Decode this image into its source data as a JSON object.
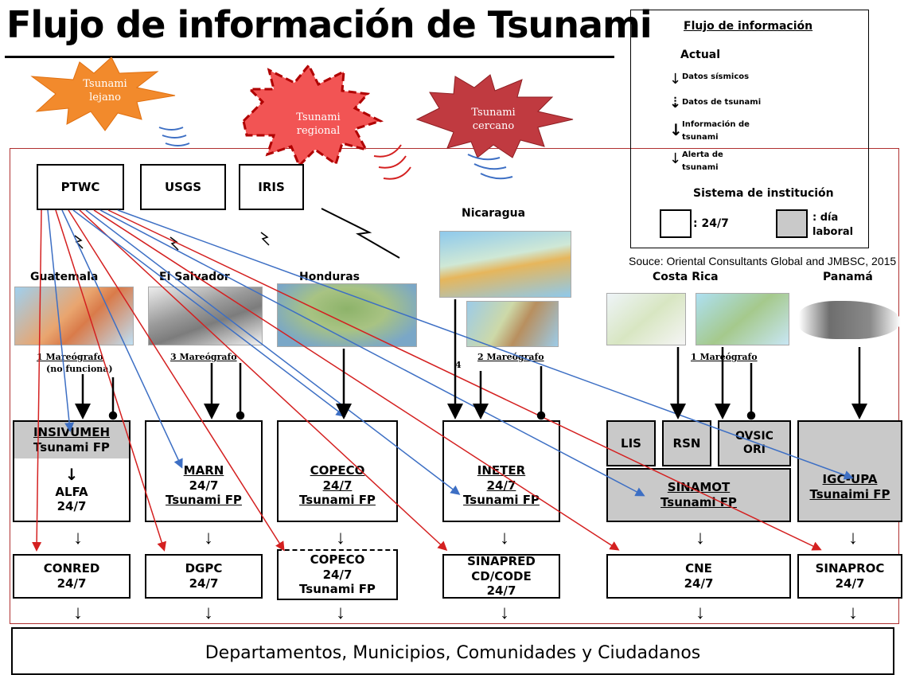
{
  "title": "Flujo de información de Tsunami",
  "bursts": {
    "far": "Tsunami lejano",
    "regional": "Tsunami regional",
    "near": "Tsunami cercano"
  },
  "sources": {
    "ptwc": "PTWC",
    "usgs": "USGS",
    "iris": "IRIS"
  },
  "legend": {
    "title": "Flujo de información",
    "actual": "Actual",
    "items": [
      {
        "label": "Datos sísmicos"
      },
      {
        "label": "Datos de tsunami"
      },
      {
        "label": "Información de tsunami"
      },
      {
        "label": "Alerta de tsunami"
      }
    ],
    "system_title": "Sistema de institución",
    "box_white_label": ": 24/7",
    "box_gray_label": ": día laboral"
  },
  "source_note": "Souce: Oriental Consultants Global and JMBSC, 2015",
  "countries": {
    "guatemala": "Guatemala",
    "el_salvador": "El Salvador",
    "honduras": "Honduras",
    "nicaragua": "Nicaragua",
    "costa_rica": "Costa Rica",
    "panama": "Panamá"
  },
  "tide_gauges": {
    "guatemala": "1 Mareógrafo",
    "guatemala_note": "(no funciona)",
    "el_salvador": "3 Mareógrafo",
    "nicaragua": "2 Mareógrafo",
    "nicaragua_note": "4",
    "costa_rica": "1 Mareógrafo"
  },
  "institutions": {
    "insivumeh": "INSIVUMEH",
    "insivumeh_fp": "Tsunami FP",
    "alfa": "ALFA",
    "alfa_hours": "24/7",
    "marn": "MARN",
    "marn_hours": "24/7",
    "marn_fp": "Tsunami FP",
    "copeco": "COPECO",
    "copeco_hours": "24/7",
    "copeco_fp": "Tsunami FP",
    "ineter": "INETER",
    "ineter_hours": "24/7",
    "ineter_fp": "Tsunami FP",
    "lis": "LIS",
    "rsn": "RSN",
    "ovsicori": "OVSIC ORI",
    "sinamot": "SINAMOT",
    "sinamot_fp": "Tsunami FP",
    "igc": "IGC-UPA",
    "igc_fp": "Tsunaimi FP"
  },
  "protection": {
    "conred": "CONRED",
    "conred_hours": "24/7",
    "dgpc": "DGPC",
    "dgpc_hours": "24/7",
    "copeco2": "COPECO",
    "copeco2_hours": "24/7",
    "copeco2_fp": "Tsunami FP",
    "sinapred": "SINAPRED",
    "sinapred_sub": "CD/CODE",
    "sinapred_hours": "24/7",
    "cne": "CNE",
    "cne_hours": "24/7",
    "sinaproc": "SINAPROC",
    "sinaproc_hours": "24/7"
  },
  "bottom": "Departamentos, Municipios, Comunidades y Ciudadanos",
  "colors": {
    "red_arrow": "#d42020",
    "blue_arrow": "#3d6fc4",
    "burst_orange": "#f28a2c",
    "burst_red": "#f04040",
    "burst_dark": "#c0393f",
    "gray_box": "#c9c9c9"
  }
}
